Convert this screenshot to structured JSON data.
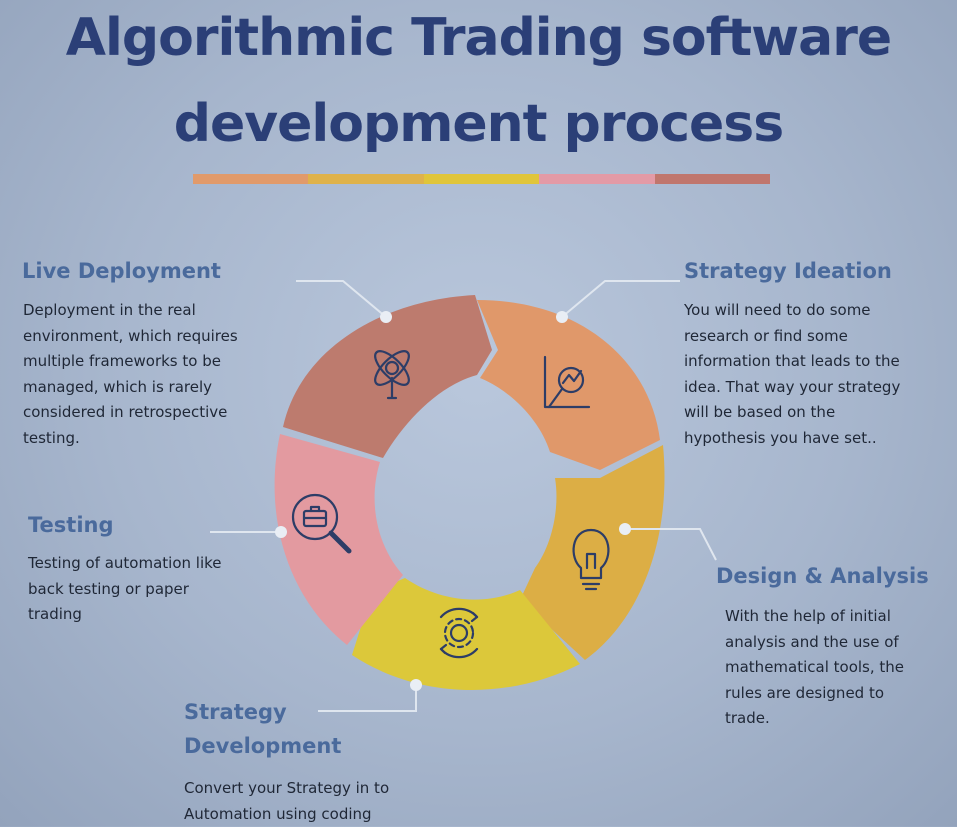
{
  "title": {
    "line1": "Algorithmic Trading software",
    "line2": "development process"
  },
  "rule_colors": [
    "#e19a6a",
    "#dfb24a",
    "#e0c53a",
    "#e39aa6",
    "#c0766d"
  ],
  "stages": {
    "strategy_ideation": {
      "heading": "Strategy Ideation",
      "lines": [
        "You will need to do some",
        "research or find some",
        "information that leads to the",
        "idea. That way your strategy",
        "will be based on the",
        "hypothesis you have set.."
      ],
      "icon": "chart-magnifier-icon",
      "color": "#e0986a"
    },
    "design_analysis": {
      "heading": "Design & Analysis",
      "lines": [
        "With the help of initial",
        "analysis and the use of",
        "mathematical tools, the",
        "rules are designed to",
        "trade."
      ],
      "icon": "lightbulb-icon",
      "color": "#dcae45"
    },
    "strategy_development": {
      "heading_lines": [
        "Strategy",
        "Development"
      ],
      "lines": [
        "Convert your Strategy in to",
        "Automation using coding"
      ],
      "icon": "gear-cycle-icon",
      "color": "#dcc83a"
    },
    "testing": {
      "heading": "Testing",
      "lines": [
        "Testing of automation like",
        "back testing or paper",
        "trading"
      ],
      "icon": "briefcase-magnifier-icon",
      "color": "#e39aa0"
    },
    "live_deployment": {
      "heading": "Live Deployment",
      "lines": [
        "Deployment in the real",
        "environment, which requires",
        "multiple frameworks to be",
        "managed, which is rarely",
        "considered in retrospective",
        "testing."
      ],
      "icon": "atom-rocket-icon",
      "color": "#bd7b6e"
    }
  }
}
